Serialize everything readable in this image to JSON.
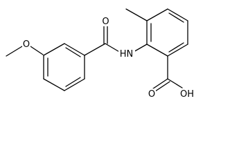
{
  "molecule": {
    "atoms": {
      "methoxy_oxygen": "O",
      "amide_oxygen": "O",
      "amide_nitrogen": "HN",
      "acid_oxygen": "O",
      "acid_hydroxyl": "OH"
    }
  },
  "colors": {
    "bond": "#000000",
    "label": "#000000",
    "background": "#ffffff"
  }
}
